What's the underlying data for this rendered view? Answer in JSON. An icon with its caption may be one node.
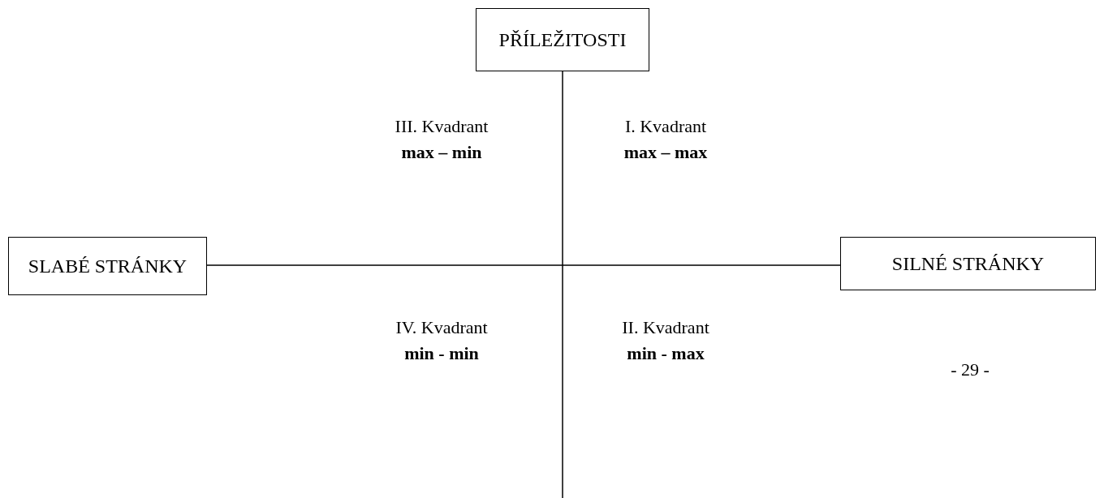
{
  "diagram": {
    "nodes": [
      {
        "text": [
          "PŘÍLEŽITOSTI"
        ]
      },
      {
        "text": [
          "SLABÉ STRÁNKY"
        ]
      },
      {
        "text": [
          "SILNÉ STRÁNKY"
        ]
      }
    ],
    "edges": [
      {
        "from": 0,
        "to": null,
        "arrow": "none"
      },
      {
        "from": 1,
        "to": 2,
        "arrow": "none"
      }
    ],
    "labels": [
      "III. Kvadrant **max – min**",
      "I. Kvadrant **max – max**",
      "IV. Kvadrant **min - min**",
      "II. Kvadrant **min - max**",
      "- 29 -"
    ]
  }
}
